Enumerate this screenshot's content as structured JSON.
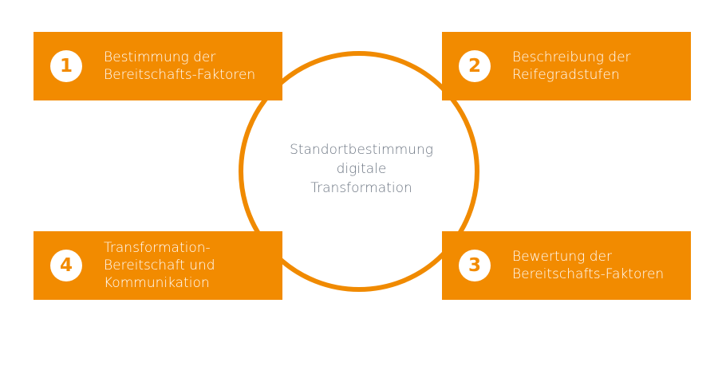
{
  "diagram": {
    "center": {
      "lines": [
        "Standortbestimmung",
        "digitale",
        "Transformation"
      ]
    },
    "steps": [
      {
        "number": "1",
        "lines": [
          "Bestimmung der",
          "Bereitschafts-Faktoren"
        ]
      },
      {
        "number": "2",
        "lines": [
          "Beschreibung der",
          "Reifegradstufen"
        ]
      },
      {
        "number": "3",
        "lines": [
          "Bewertung der",
          "Bereitschafts-Faktoren"
        ]
      },
      {
        "number": "4",
        "lines": [
          "Transformation-",
          "Bereitschaft und",
          "Kommunikation"
        ]
      }
    ],
    "colors": {
      "accent": "#f28b00",
      "center_text": "#6d7683",
      "box_text": "#ffffff",
      "background": "#ffffff"
    }
  }
}
